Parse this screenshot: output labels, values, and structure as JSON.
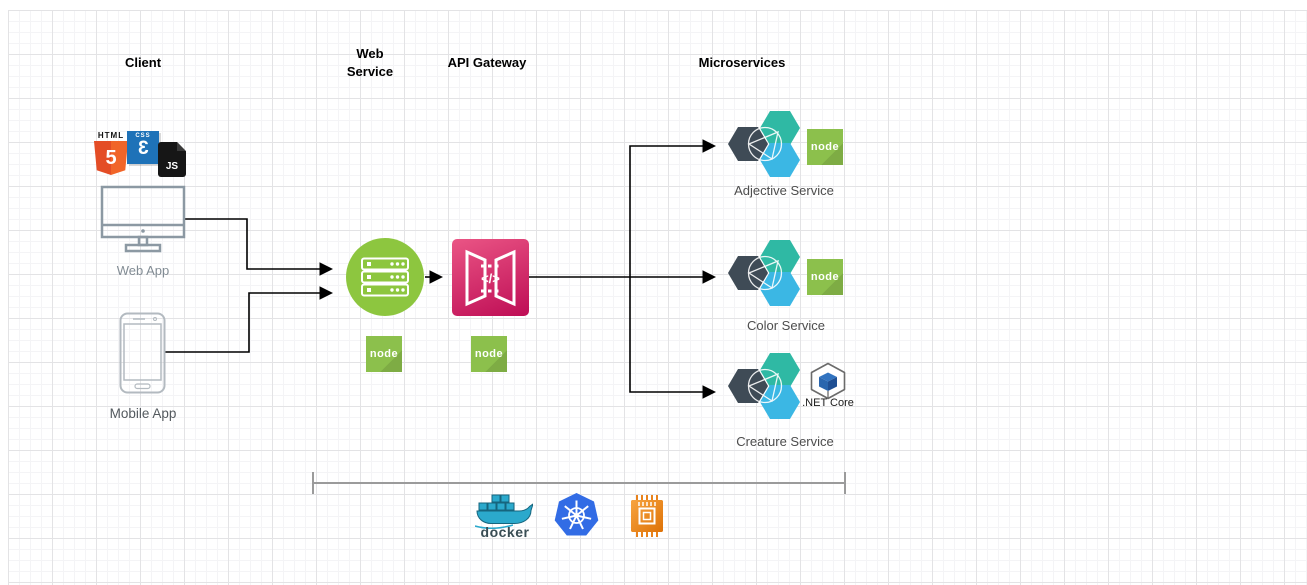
{
  "headers": {
    "client": "Client",
    "web_service": "Web Service",
    "api_gateway": "API Gateway",
    "microservices": "Microservices"
  },
  "client": {
    "web_app_label": "Web App",
    "mobile_app_label": "Mobile App",
    "tech": {
      "html": {
        "word": "HTML",
        "number": "5"
      },
      "css": {
        "word": "CSS",
        "number": "3"
      },
      "js": {
        "label": "JS"
      }
    }
  },
  "web_service": {
    "runtime_badge": "node"
  },
  "api_gateway": {
    "glyph": "</>",
    "runtime_badge": "node"
  },
  "services": [
    {
      "label": "Adjective Service",
      "runtime_badge": "node"
    },
    {
      "label": "Color Service",
      "runtime_badge": "node"
    },
    {
      "label": "Creature Service",
      "runtime_label": ".NET Core"
    }
  ],
  "platform": {
    "docker_label": "docker"
  },
  "colors": {
    "node_green": "#8CC04C",
    "web_service_green": "#8DC63F",
    "api_gateway_pink": "#C9134F",
    "hex_dark": "#3F4B56",
    "hex_teal": "#2FB9A4",
    "hex_blue": "#3BB7E4",
    "kubernetes_blue": "#326CE5",
    "docker_teal": "#2BA9CC",
    "chip_orange": "#E8821B",
    "html5_orange": "#E44D26",
    "css3_blue": "#1E72B8",
    "connector_black": "#000000",
    "grid_line": "#e3e3e5"
  }
}
